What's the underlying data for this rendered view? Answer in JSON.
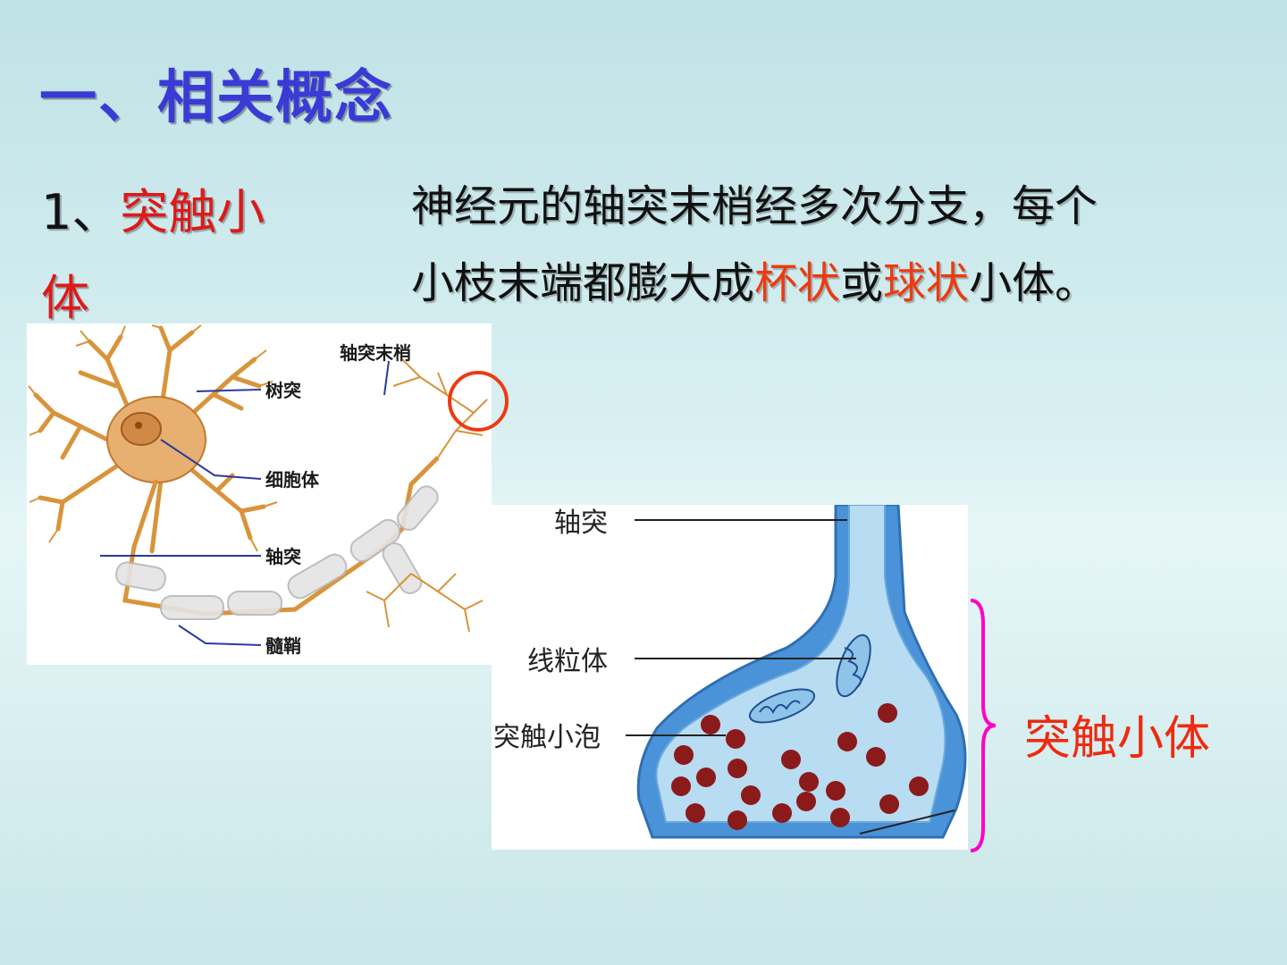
{
  "title": "一、相关概念",
  "term": {
    "number": "1、",
    "highlight": "突触小",
    "rest": "体"
  },
  "description": {
    "line1": "神经元的轴突末梢经多次分支，每个",
    "line2_part1": "小枝末端都膨大成",
    "hl1": "杯状",
    "middle": "或",
    "hl2": "球状",
    "line2_part2": "小体。"
  },
  "neuron_labels": {
    "axon_terminal": "轴突末梢",
    "dendrite": "树突",
    "cell_body": "细胞体",
    "axon": "轴突",
    "myelin": "髓鞘"
  },
  "bouton_labels": {
    "axon": "轴突",
    "mitochondria": "线粒体",
    "vesicle": "突触小泡"
  },
  "brace_label": "突触小体",
  "colors": {
    "title": "#3a3ad6",
    "highlight_red": "#e01818",
    "highlight_orange": "#ee3a10",
    "brace": "#ff00cc",
    "circle": "#ee3a10",
    "neuron": "#d9943a",
    "bouton": "#4b93d8",
    "vesicle": "#8b1a1a"
  }
}
